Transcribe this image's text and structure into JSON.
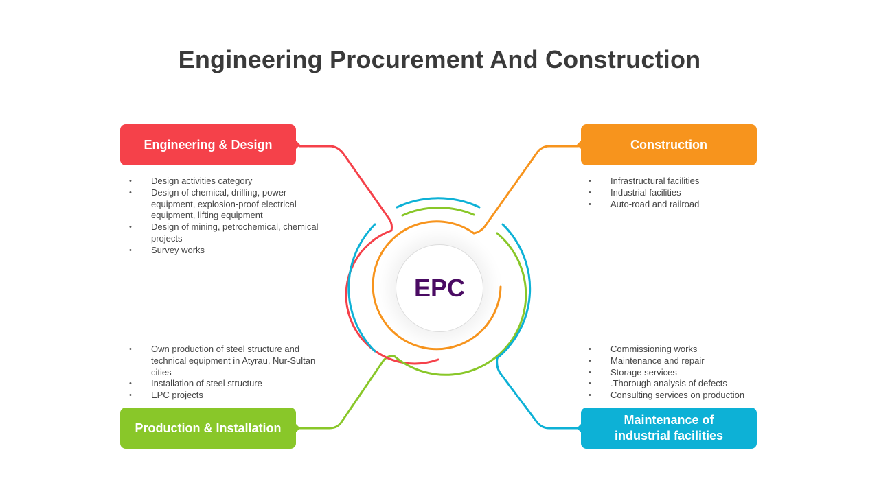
{
  "title": "Engineering Procurement And Construction",
  "center_label": "EPC",
  "colors": {
    "engineering": "#f5414a",
    "construction": "#f7941d",
    "production": "#89c729",
    "maintenance": "#0db1d6",
    "center_text": "#4a0b63"
  },
  "engineering": {
    "label": "Engineering & Design",
    "items": [
      "Design activities category",
      "Design of chemical, drilling, power equipment, explosion-proof electrical equipment, lifting equipment",
      "Design of mining, petrochemical, chemical projects",
      "Survey works"
    ]
  },
  "construction": {
    "label": "Construction",
    "items": [
      "Infrastructural facilities",
      "Industrial facilities",
      "Auto-road and railroad"
    ]
  },
  "production": {
    "label": "Production & Installation",
    "items": [
      "Own production of steel structure and technical equipment in Atyrau, Nur-Sultan cities",
      "Installation of steel structure",
      "EPC projects"
    ]
  },
  "maintenance": {
    "label_line1": "Maintenance of",
    "label_line2": "industrial facilities",
    "items": [
      "Commissioning works",
      "Maintenance and repair",
      "Storage services",
      ".Thorough analysis of defects",
      "Consulting services on production"
    ]
  }
}
